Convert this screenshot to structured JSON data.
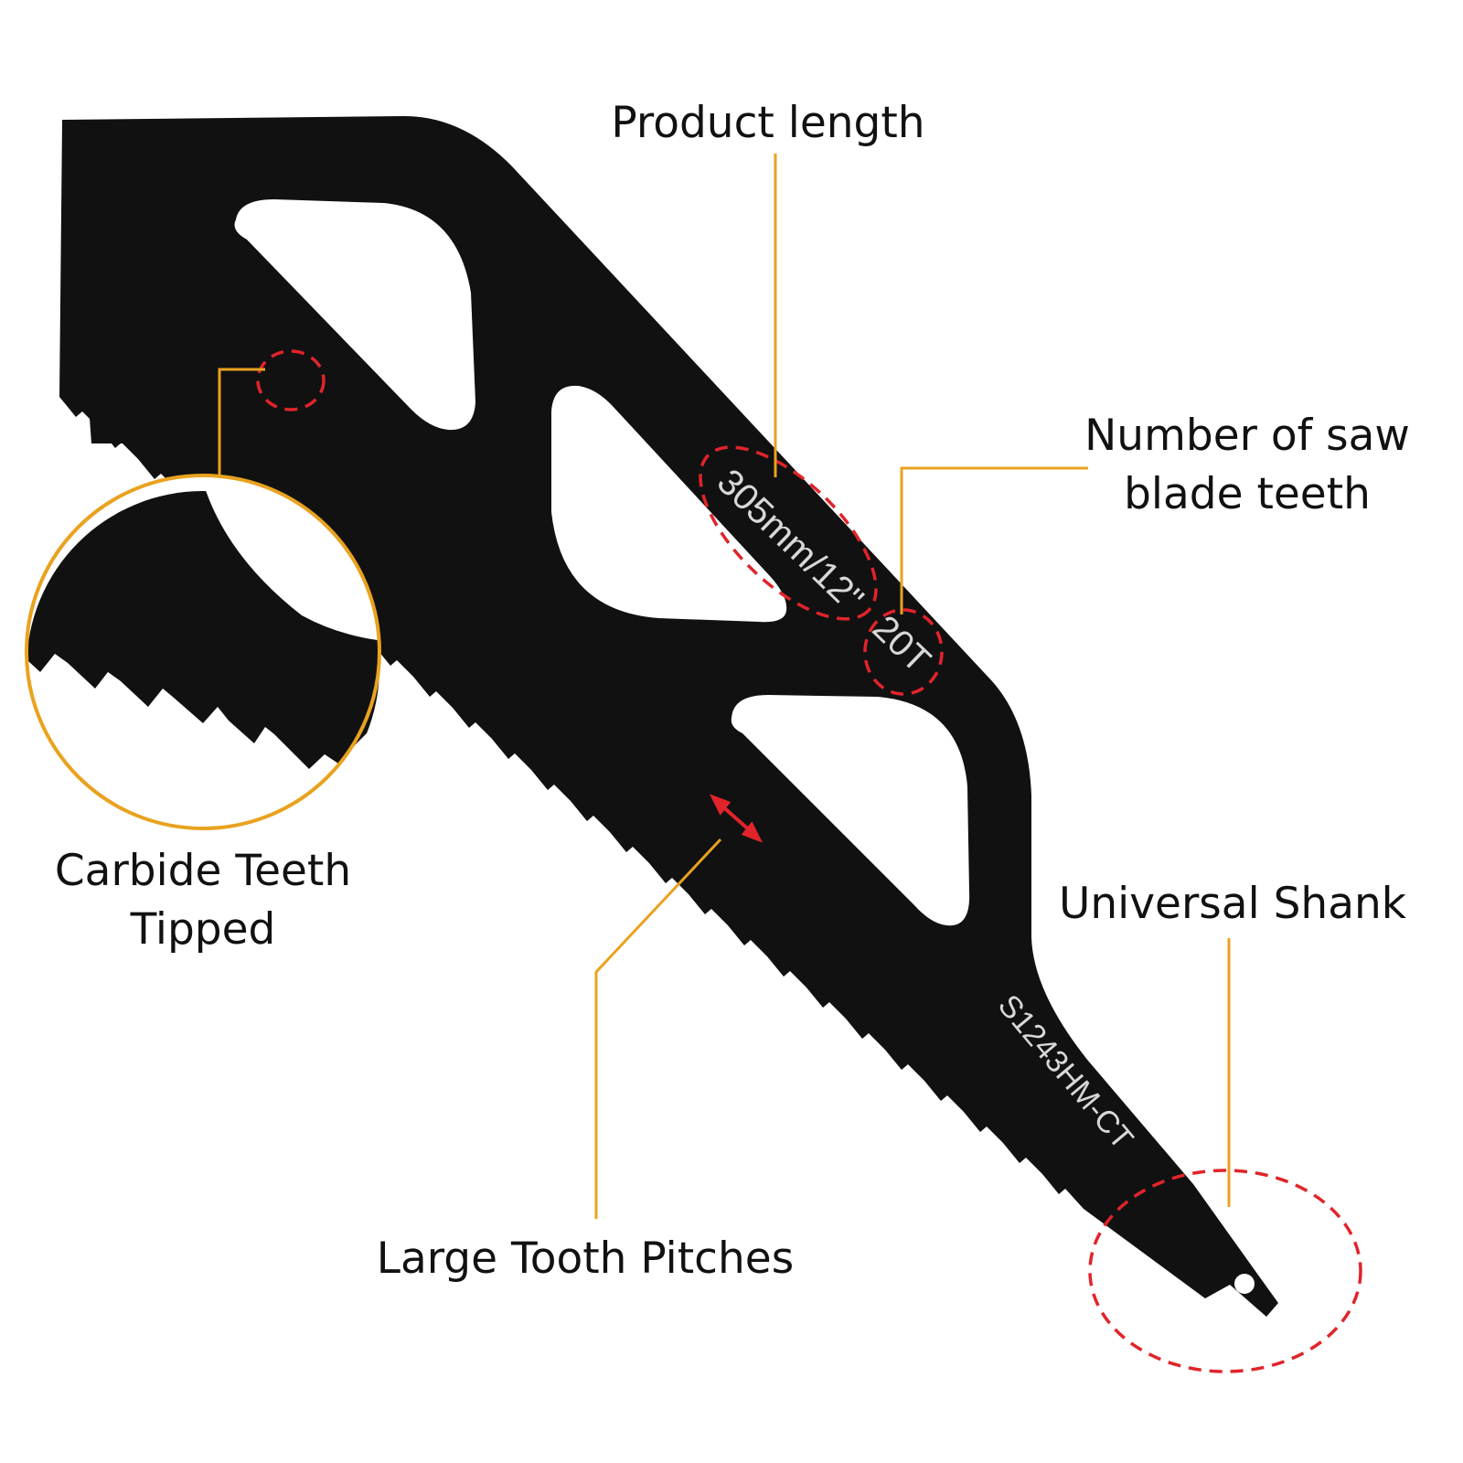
{
  "labels": {
    "product_length": "Product length",
    "teeth_count_line1": "Number of saw",
    "teeth_count_line2": "blade teeth",
    "carbide_line1": "Carbide Teeth",
    "carbide_line2": "Tipped",
    "shank": "Universal Shank",
    "pitch": "Large Tooth Pitches"
  },
  "blade_markings": {
    "length": "305mm/12\"",
    "teeth": "20T",
    "model": "S1243HM-CT"
  },
  "colors": {
    "leader": "#e9a21f",
    "highlight": "#e0242a",
    "blade": "#111111",
    "label_text": "#111111"
  }
}
